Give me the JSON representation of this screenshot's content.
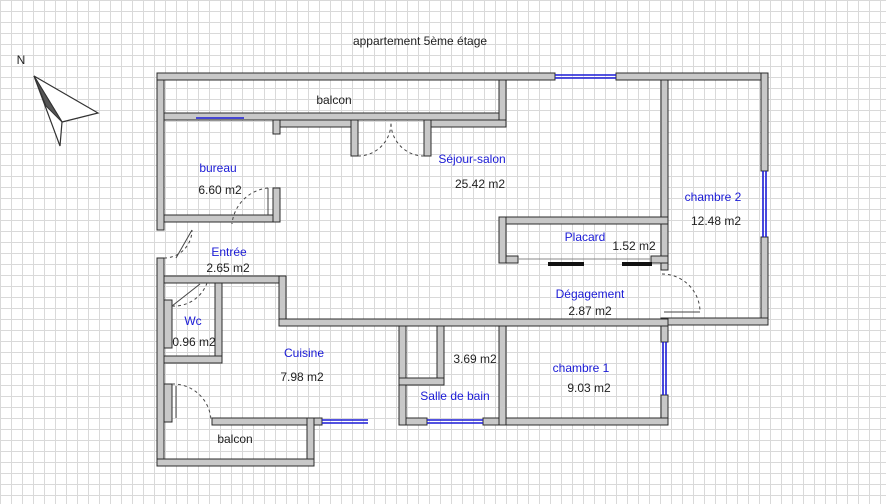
{
  "title": "appartement 5ème étage",
  "compass": {
    "label": "N"
  },
  "colors": {
    "wall_fill": "#c8c8c8",
    "wall_stroke": "#2b2b2b",
    "room_label": "#1a1ad6",
    "text": "#222222",
    "window": "#1a1ad6",
    "grid": "#d9d9d9"
  },
  "rooms": {
    "balcon_top": {
      "name": "balcon"
    },
    "bureau": {
      "name": "bureau",
      "area": "6.60 m2"
    },
    "sejour": {
      "name": "Séjour-salon",
      "area": "25.42 m2"
    },
    "chambre2": {
      "name": "chambre 2",
      "area": "12.48 m2"
    },
    "placard": {
      "name": "Placard",
      "area": "1.52 m2"
    },
    "entree": {
      "name": "Entrée",
      "area": "2.65 m2"
    },
    "degagement": {
      "name": "Dégagement",
      "area": "2.87 m2"
    },
    "wc": {
      "name": "Wc",
      "area": "0.96 m2"
    },
    "cuisine": {
      "name": "Cuisine",
      "area": "7.98 m2"
    },
    "sdb": {
      "name": "Salle de bain",
      "area": "3.69 m2"
    },
    "chambre1": {
      "name": "chambre 1",
      "area": "9.03 m2"
    },
    "balcon_bottom": {
      "name": "balcon"
    }
  }
}
